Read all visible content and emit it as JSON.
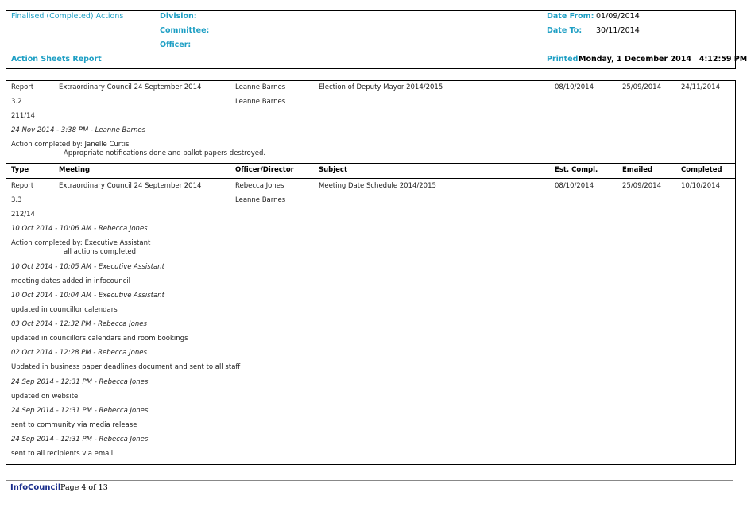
{
  "header": {
    "title": "Finalised (Completed) Actions",
    "division_label": "Division:",
    "committee_label": "Committee:",
    "officer_label": "Officer:",
    "report_name": "Action Sheets Report",
    "date_from_label": "Date From:",
    "date_from": "01/09/2014",
    "date_to_label": "Date To:",
    "date_to": "30/11/2014",
    "printed_label": "Printed:",
    "printed_value": "Monday, 1 December 2014   4:12:59 PM"
  },
  "columns": {
    "type": "Type",
    "meeting": "Meeting",
    "officer": "Officer/Director",
    "subject": "Subject",
    "est": "Est. Compl.",
    "emailed": "Emailed",
    "completed": "Completed"
  },
  "action1": {
    "type": "Report",
    "meeting": "Extraordinary Council 24 September 2014",
    "officer": "Leanne Barnes",
    "subject": "Election of Deputy Mayor 2014/2015",
    "est": "08/10/2014",
    "emailed": "25/09/2014",
    "completed": "24/11/2014",
    "item": "3.2",
    "officer2": "Leanne Barnes",
    "number": "211/14",
    "log_stamp": "24 Nov 2014 - 3:38 PM - Leanne Barnes",
    "completed_by": "Action completed by: Janelle Curtis",
    "completed_note": "Appropriate notifications done and ballot papers destroyed."
  },
  "action2": {
    "type": "Report",
    "meeting": "Extraordinary Council 24 September 2014",
    "officer": "Rebecca Jones",
    "subject": "Meeting Date Schedule 2014/2015",
    "est": "08/10/2014",
    "emailed": "25/09/2014",
    "completed": "10/10/2014",
    "item": "3.3",
    "officer2": "Leanne Barnes",
    "number": "212/14",
    "log": [
      {
        "text": "10 Oct 2014 - 10:06 AM - Rebecca Jones",
        "italic": true
      },
      {
        "text": "Action completed by: Executive Assistant",
        "italic": false
      },
      {
        "text": "all actions completed",
        "italic": false,
        "indent": true
      },
      {
        "text": "10 Oct 2014 - 10:05 AM - Executive Assistant",
        "italic": true
      },
      {
        "text": "meeting dates added in infocouncil",
        "italic": false
      },
      {
        "text": "10 Oct 2014 - 10:04 AM - Executive Assistant",
        "italic": true
      },
      {
        "text": "updated in councillor calendars",
        "italic": false
      },
      {
        "text": "03 Oct 2014 - 12:32 PM - Rebecca Jones",
        "italic": true
      },
      {
        "text": "updated in councillors calendars and room bookings",
        "italic": false
      },
      {
        "text": "02 Oct 2014 - 12:28 PM - Rebecca Jones",
        "italic": true
      },
      {
        "text": "Updated in business paper deadlines document and sent to all staff",
        "italic": false
      },
      {
        "text": "24 Sep 2014 - 12:31 PM - Rebecca Jones",
        "italic": true
      },
      {
        "text": "updated on website",
        "italic": false
      },
      {
        "text": "24 Sep 2014 - 12:31 PM - Rebecca Jones",
        "italic": true
      },
      {
        "text": "sent to community via media release",
        "italic": false
      },
      {
        "text": "24 Sep 2014 - 12:31 PM - Rebecca Jones",
        "italic": true
      },
      {
        "text": "sent to all recipients via email",
        "italic": false
      }
    ]
  },
  "footer": {
    "brand": "InfoCouncil",
    "page": "Page 4 of 13"
  }
}
